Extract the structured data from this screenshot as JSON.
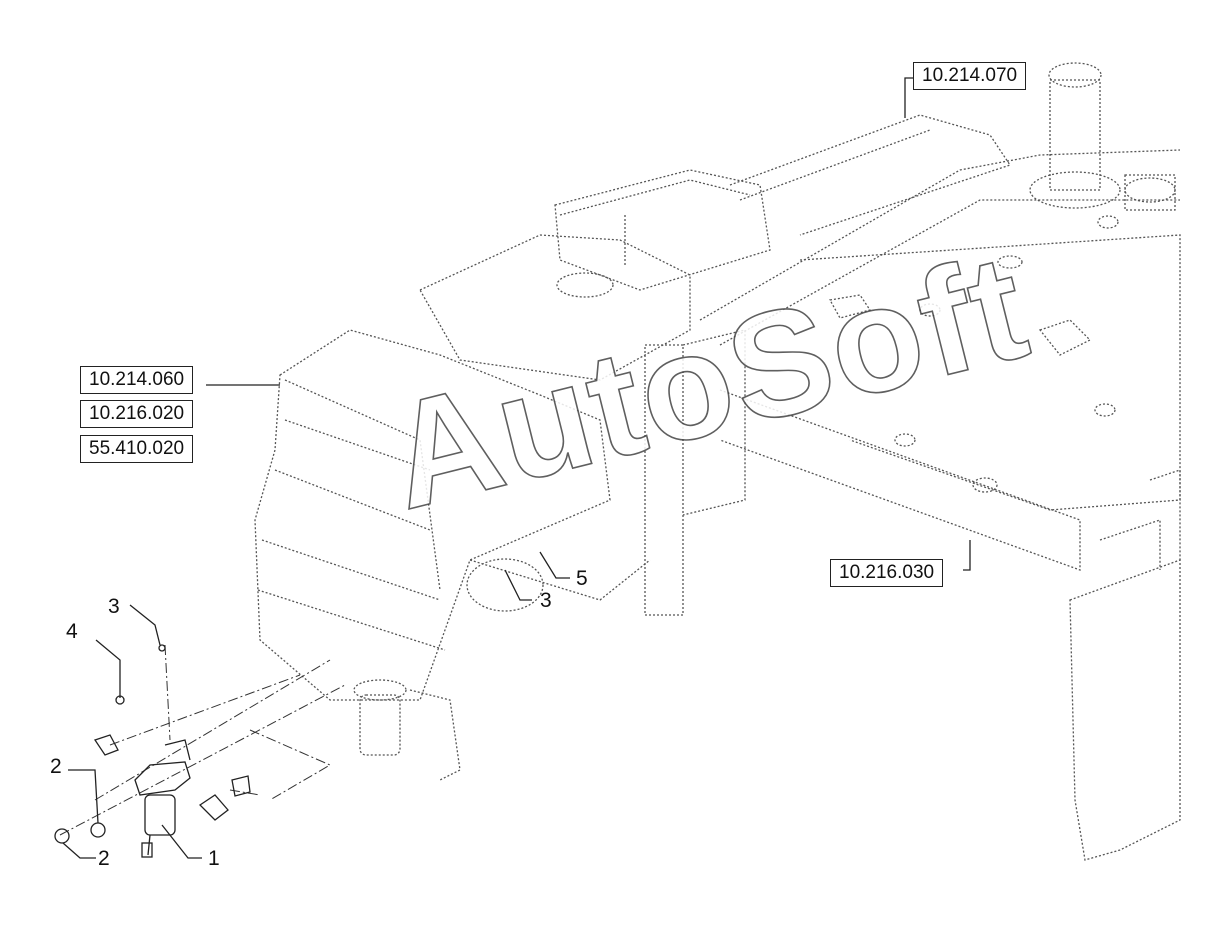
{
  "reference_boxes": {
    "ref_top": "10.214.070",
    "ref_left_1": "10.214.060",
    "ref_left_2": "10.216.020",
    "ref_left_3": "55.410.020",
    "ref_right": "10.216.030"
  },
  "callouts": {
    "c1": "1",
    "c2_upper": "2",
    "c2_lower": "2",
    "c3_left": "3",
    "c3_center": "3",
    "c4": "4",
    "c5": "5"
  },
  "watermark": "AutoSoft"
}
